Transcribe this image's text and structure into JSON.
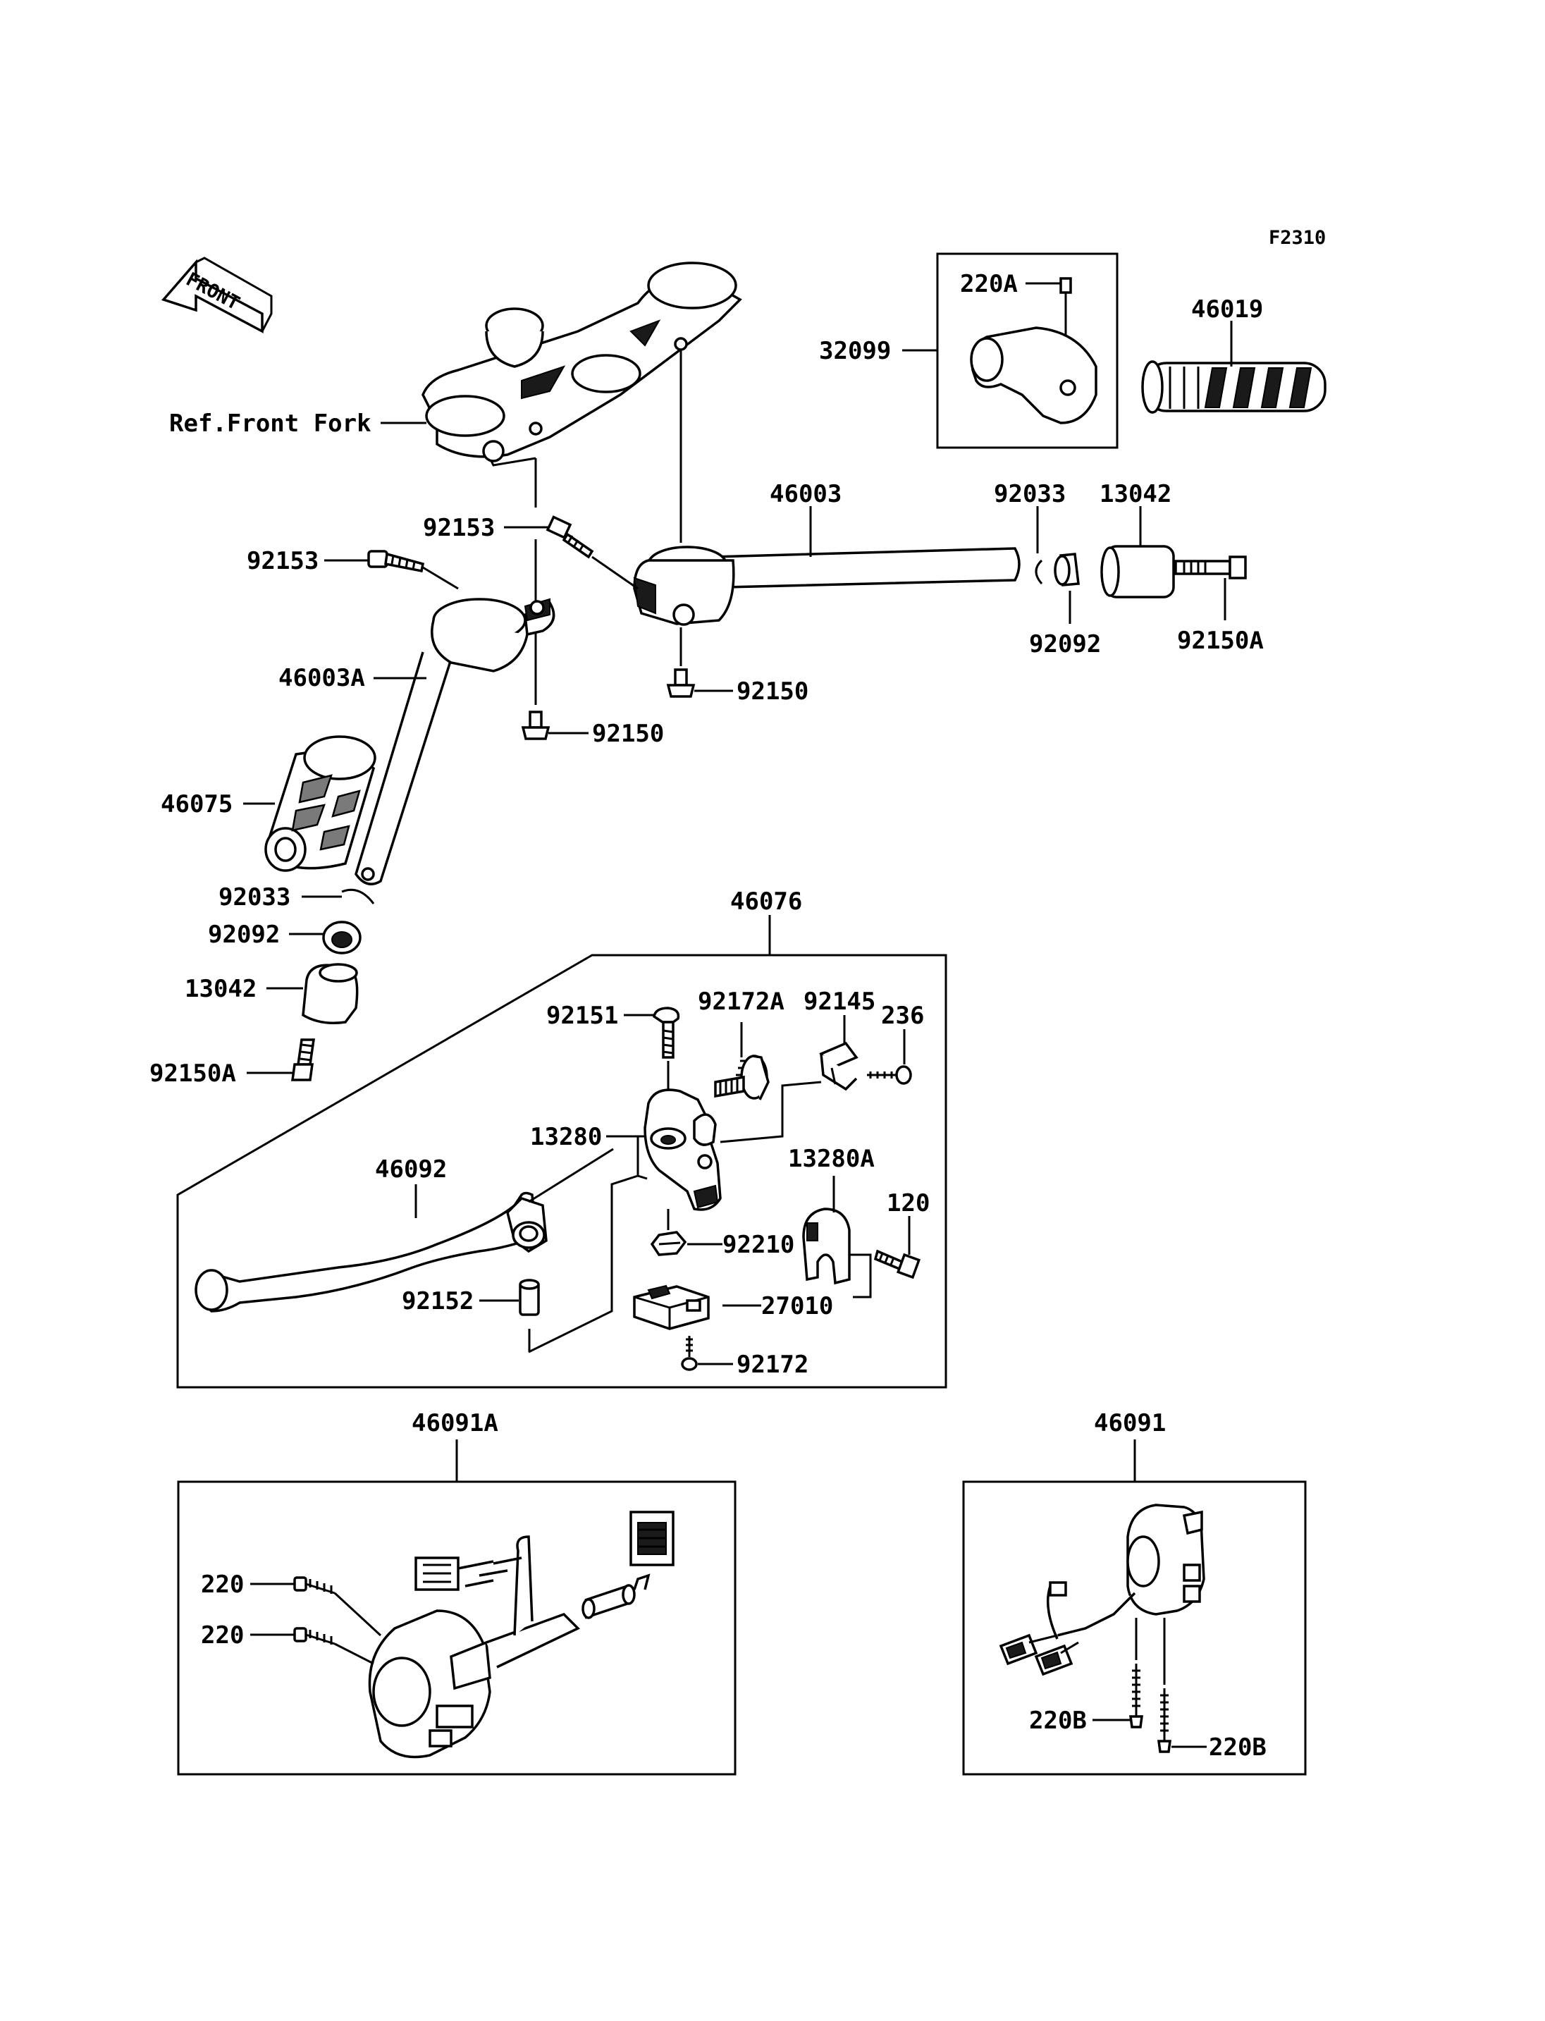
{
  "diagram_code": "F2310",
  "front_arrow_label": "FRONT",
  "ref_label": "Ref.Front Fork",
  "callouts": {
    "c220A": "220A",
    "c32099": "32099",
    "c46019": "46019",
    "c46003": "46003",
    "c92033_r": "92033",
    "c13042_r": "13042",
    "c92153_a": "92153",
    "c92153_b": "92153",
    "c92092_r": "92092",
    "c92150A_r": "92150A",
    "c92150_a": "92150",
    "c46003A": "46003A",
    "c92150_b": "92150",
    "c46075": "46075",
    "c92033_l": "92033",
    "c46076": "46076",
    "c92092_l": "92092",
    "c13042_l": "13042",
    "c92151": "92151",
    "c92172A": "92172A",
    "c92145": "92145",
    "c236": "236",
    "c92150A_l": "92150A",
    "c13280": "13280",
    "c13280A": "13280A",
    "c46092": "46092",
    "c120": "120",
    "c92210": "92210",
    "c92152": "92152",
    "c27010": "27010",
    "c92172": "92172",
    "c46091A": "46091A",
    "c46091": "46091",
    "c220_a": "220",
    "c220_b": "220",
    "c220B_a": "220B",
    "c220B_b": "220B"
  }
}
